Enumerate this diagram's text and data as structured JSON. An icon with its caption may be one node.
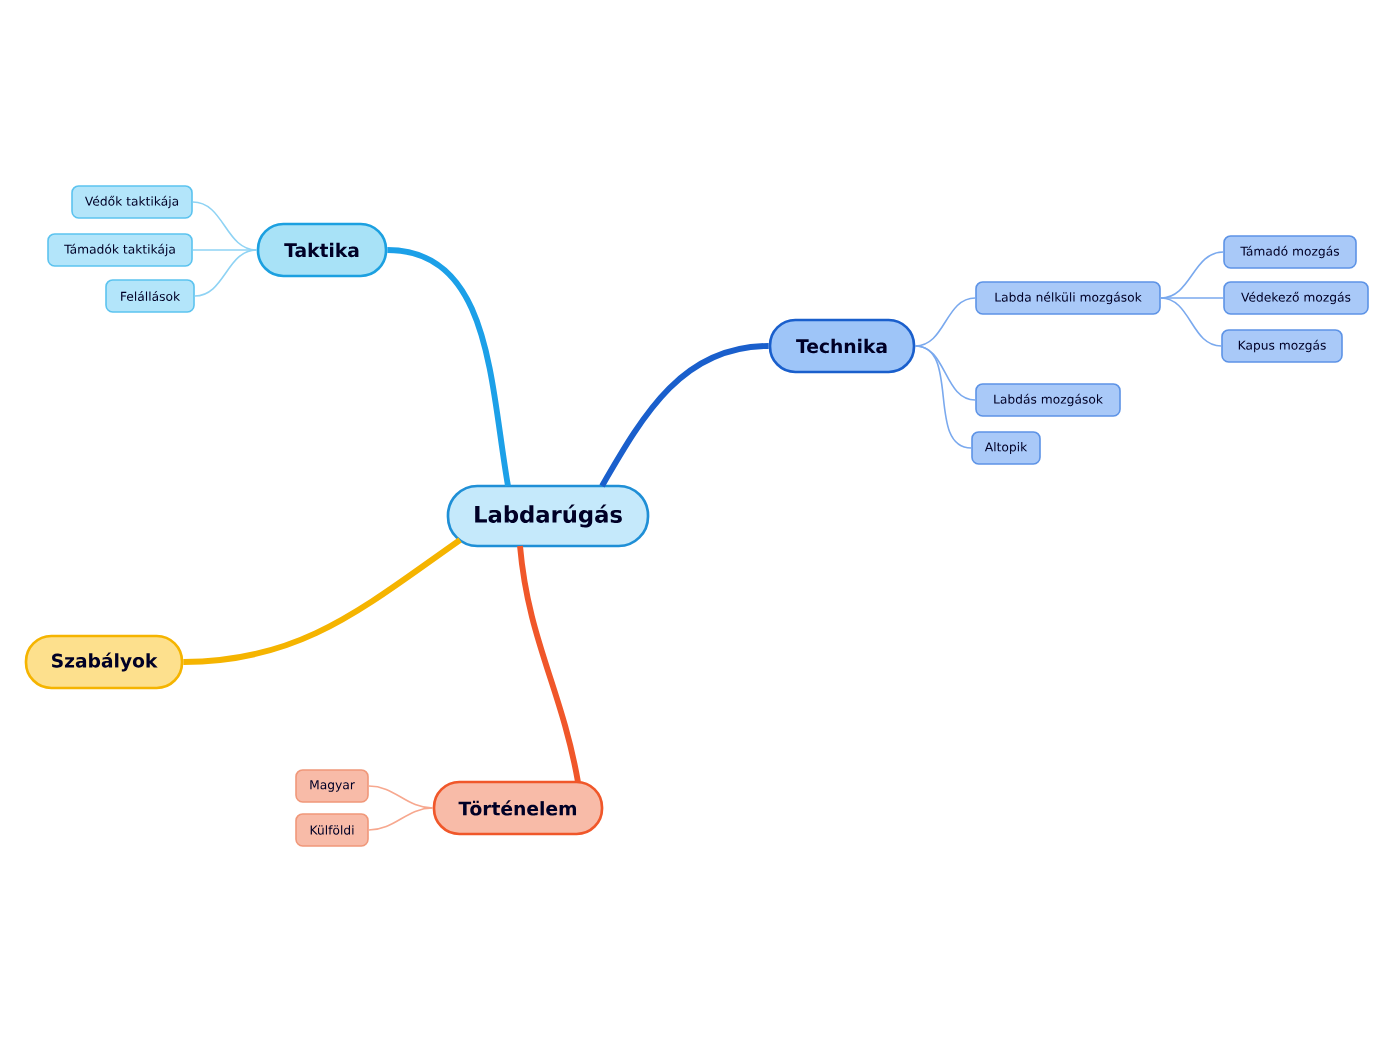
{
  "diagram": {
    "nodes": [
      {
        "text": [
          "Labdarúgás"
        ]
      },
      {
        "text": [
          "Taktika"
        ]
      },
      {
        "text": [
          "Védők taktikája"
        ]
      },
      {
        "text": [
          "Támadók taktikája"
        ]
      },
      {
        "text": [
          "Felállások"
        ]
      },
      {
        "text": [
          "Technika"
        ]
      },
      {
        "text": [
          "Labda nélküli mozgások"
        ]
      },
      {
        "text": [
          "Támadó mozgás"
        ]
      },
      {
        "text": [
          "Védekező mozgás"
        ]
      },
      {
        "text": [
          "Kapus mozgás"
        ]
      },
      {
        "text": [
          "Labdás mozgások"
        ]
      },
      {
        "text": [
          "Altopik"
        ]
      },
      {
        "text": [
          "Szabályok"
        ]
      },
      {
        "text": [
          "Történelem"
        ]
      },
      {
        "text": [
          "Magyar"
        ]
      },
      {
        "text": [
          "Külföldi"
        ]
      }
    ],
    "edges": [
      {
        "from": 0,
        "to": 1,
        "arrow": "none",
        "style": "thick",
        "color": "#1ca0e8"
      },
      {
        "from": 1,
        "to": 2,
        "arrow": "none",
        "color": "#8fd3f4"
      },
      {
        "from": 1,
        "to": 3,
        "arrow": "none",
        "color": "#8fd3f4"
      },
      {
        "from": 1,
        "to": 4,
        "arrow": "none",
        "color": "#8fd3f4"
      },
      {
        "from": 0,
        "to": 5,
        "arrow": "none",
        "style": "thick",
        "color": "#1a5fcc"
      },
      {
        "from": 5,
        "to": 6,
        "arrow": "none",
        "color": "#7aa9ee"
      },
      {
        "from": 6,
        "to": 7,
        "arrow": "none",
        "color": "#7aa9ee"
      },
      {
        "from": 6,
        "to": 8,
        "arrow": "none",
        "color": "#7aa9ee"
      },
      {
        "from": 6,
        "to": 9,
        "arrow": "none",
        "color": "#7aa9ee"
      },
      {
        "from": 5,
        "to": 10,
        "arrow": "none",
        "color": "#7aa9ee"
      },
      {
        "from": 5,
        "to": 11,
        "arrow": "none",
        "color": "#7aa9ee"
      },
      {
        "from": 0,
        "to": 12,
        "arrow": "none",
        "style": "thick",
        "color": "#f5b400"
      },
      {
        "from": 0,
        "to": 13,
        "arrow": "none",
        "style": "thick",
        "color": "#f0572a"
      },
      {
        "from": 13,
        "to": 14,
        "arrow": "none",
        "color": "#f7a88f"
      },
      {
        "from": 13,
        "to": 15,
        "arrow": "none",
        "color": "#f7a88f"
      }
    ]
  }
}
